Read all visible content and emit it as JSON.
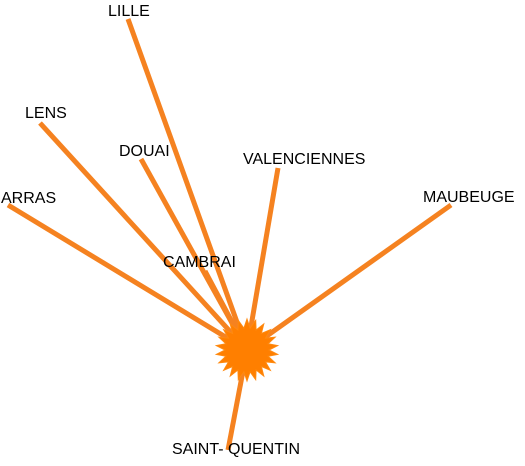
{
  "colors": {
    "route": "#f58220",
    "hub": "#ff7f00",
    "hub_core": "#ff8a10",
    "label": "#000000",
    "background": "#ffffff"
  },
  "hub": {
    "icon": "starburst-icon"
  },
  "cities": [
    {
      "id": "lille",
      "name": "LILLE"
    },
    {
      "id": "lens",
      "name": "LENS"
    },
    {
      "id": "douai",
      "name": "DOUAI"
    },
    {
      "id": "arras",
      "name": "ARRAS"
    },
    {
      "id": "valenciennes",
      "name": "VALENCIENNES"
    },
    {
      "id": "maubeuge",
      "name": "MAUBEUGE"
    },
    {
      "id": "cambrai",
      "name": "CAMBRAI"
    },
    {
      "id": "saint-quentin",
      "name": "SAINT- QUENTIN"
    }
  ]
}
